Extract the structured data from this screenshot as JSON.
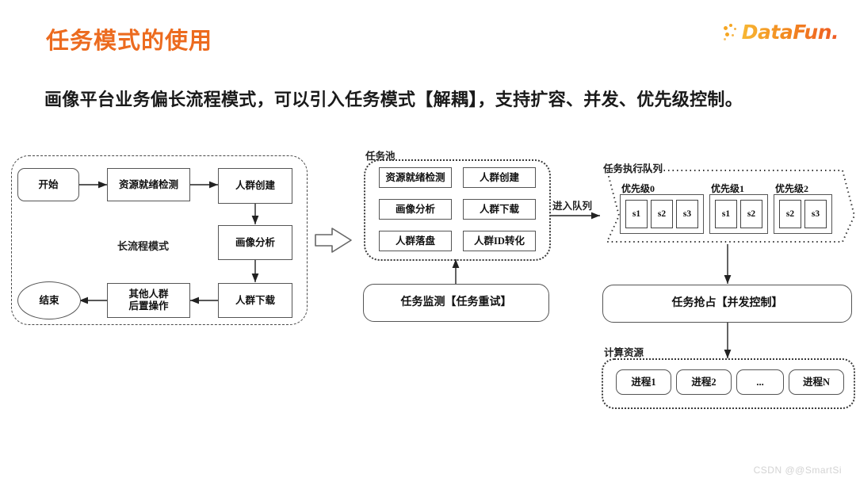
{
  "header": {
    "title": "任务模式的使用",
    "logo_text": "DataFun.",
    "logo_icon": "datafun-dots-logo"
  },
  "subtitle": "画像平台业务偏长流程模式，可以引入任务模式【解耦】，支持扩容、并发、优先级控制。",
  "watermark": "CSDN @@SmartSi",
  "diagram": {
    "long_flow": {
      "caption": "长流程模式",
      "nodes": {
        "start": "开始",
        "resource_check": "资源就绪检测",
        "crowd_create": "人群创建",
        "profile_analysis": "画像分析",
        "crowd_download": "人群下载",
        "other_post_ops_line1": "其他人群",
        "other_post_ops_line2": "后置操作",
        "end": "结束"
      }
    },
    "transition_arrow": "block-arrow-right",
    "task_pool": {
      "label": "任务池",
      "items": [
        "资源就绪检测",
        "人群创建",
        "画像分析",
        "人群下载",
        "人群落盘",
        "人群ID转化"
      ]
    },
    "task_monitor": "任务监测【任务重试】",
    "enter_queue_label": "进入队列",
    "task_queue": {
      "label": "任务执行队列",
      "priorities": [
        {
          "name": "优先级0",
          "slots": [
            "s1",
            "s2",
            "s3"
          ]
        },
        {
          "name": "优先级1",
          "slots": [
            "s1",
            "s2"
          ]
        },
        {
          "name": "优先级2",
          "slots": [
            "s2",
            "s3"
          ]
        }
      ]
    },
    "task_preempt": "任务抢占【并发控制】",
    "compute_resources": {
      "label": "计算资源",
      "processes": [
        "进程1",
        "进程2",
        "...",
        "进程N"
      ]
    }
  },
  "colors": {
    "title": "#EC6B1F",
    "text": "#111111",
    "stroke": "#555555",
    "watermark": "#d3d3d3"
  }
}
